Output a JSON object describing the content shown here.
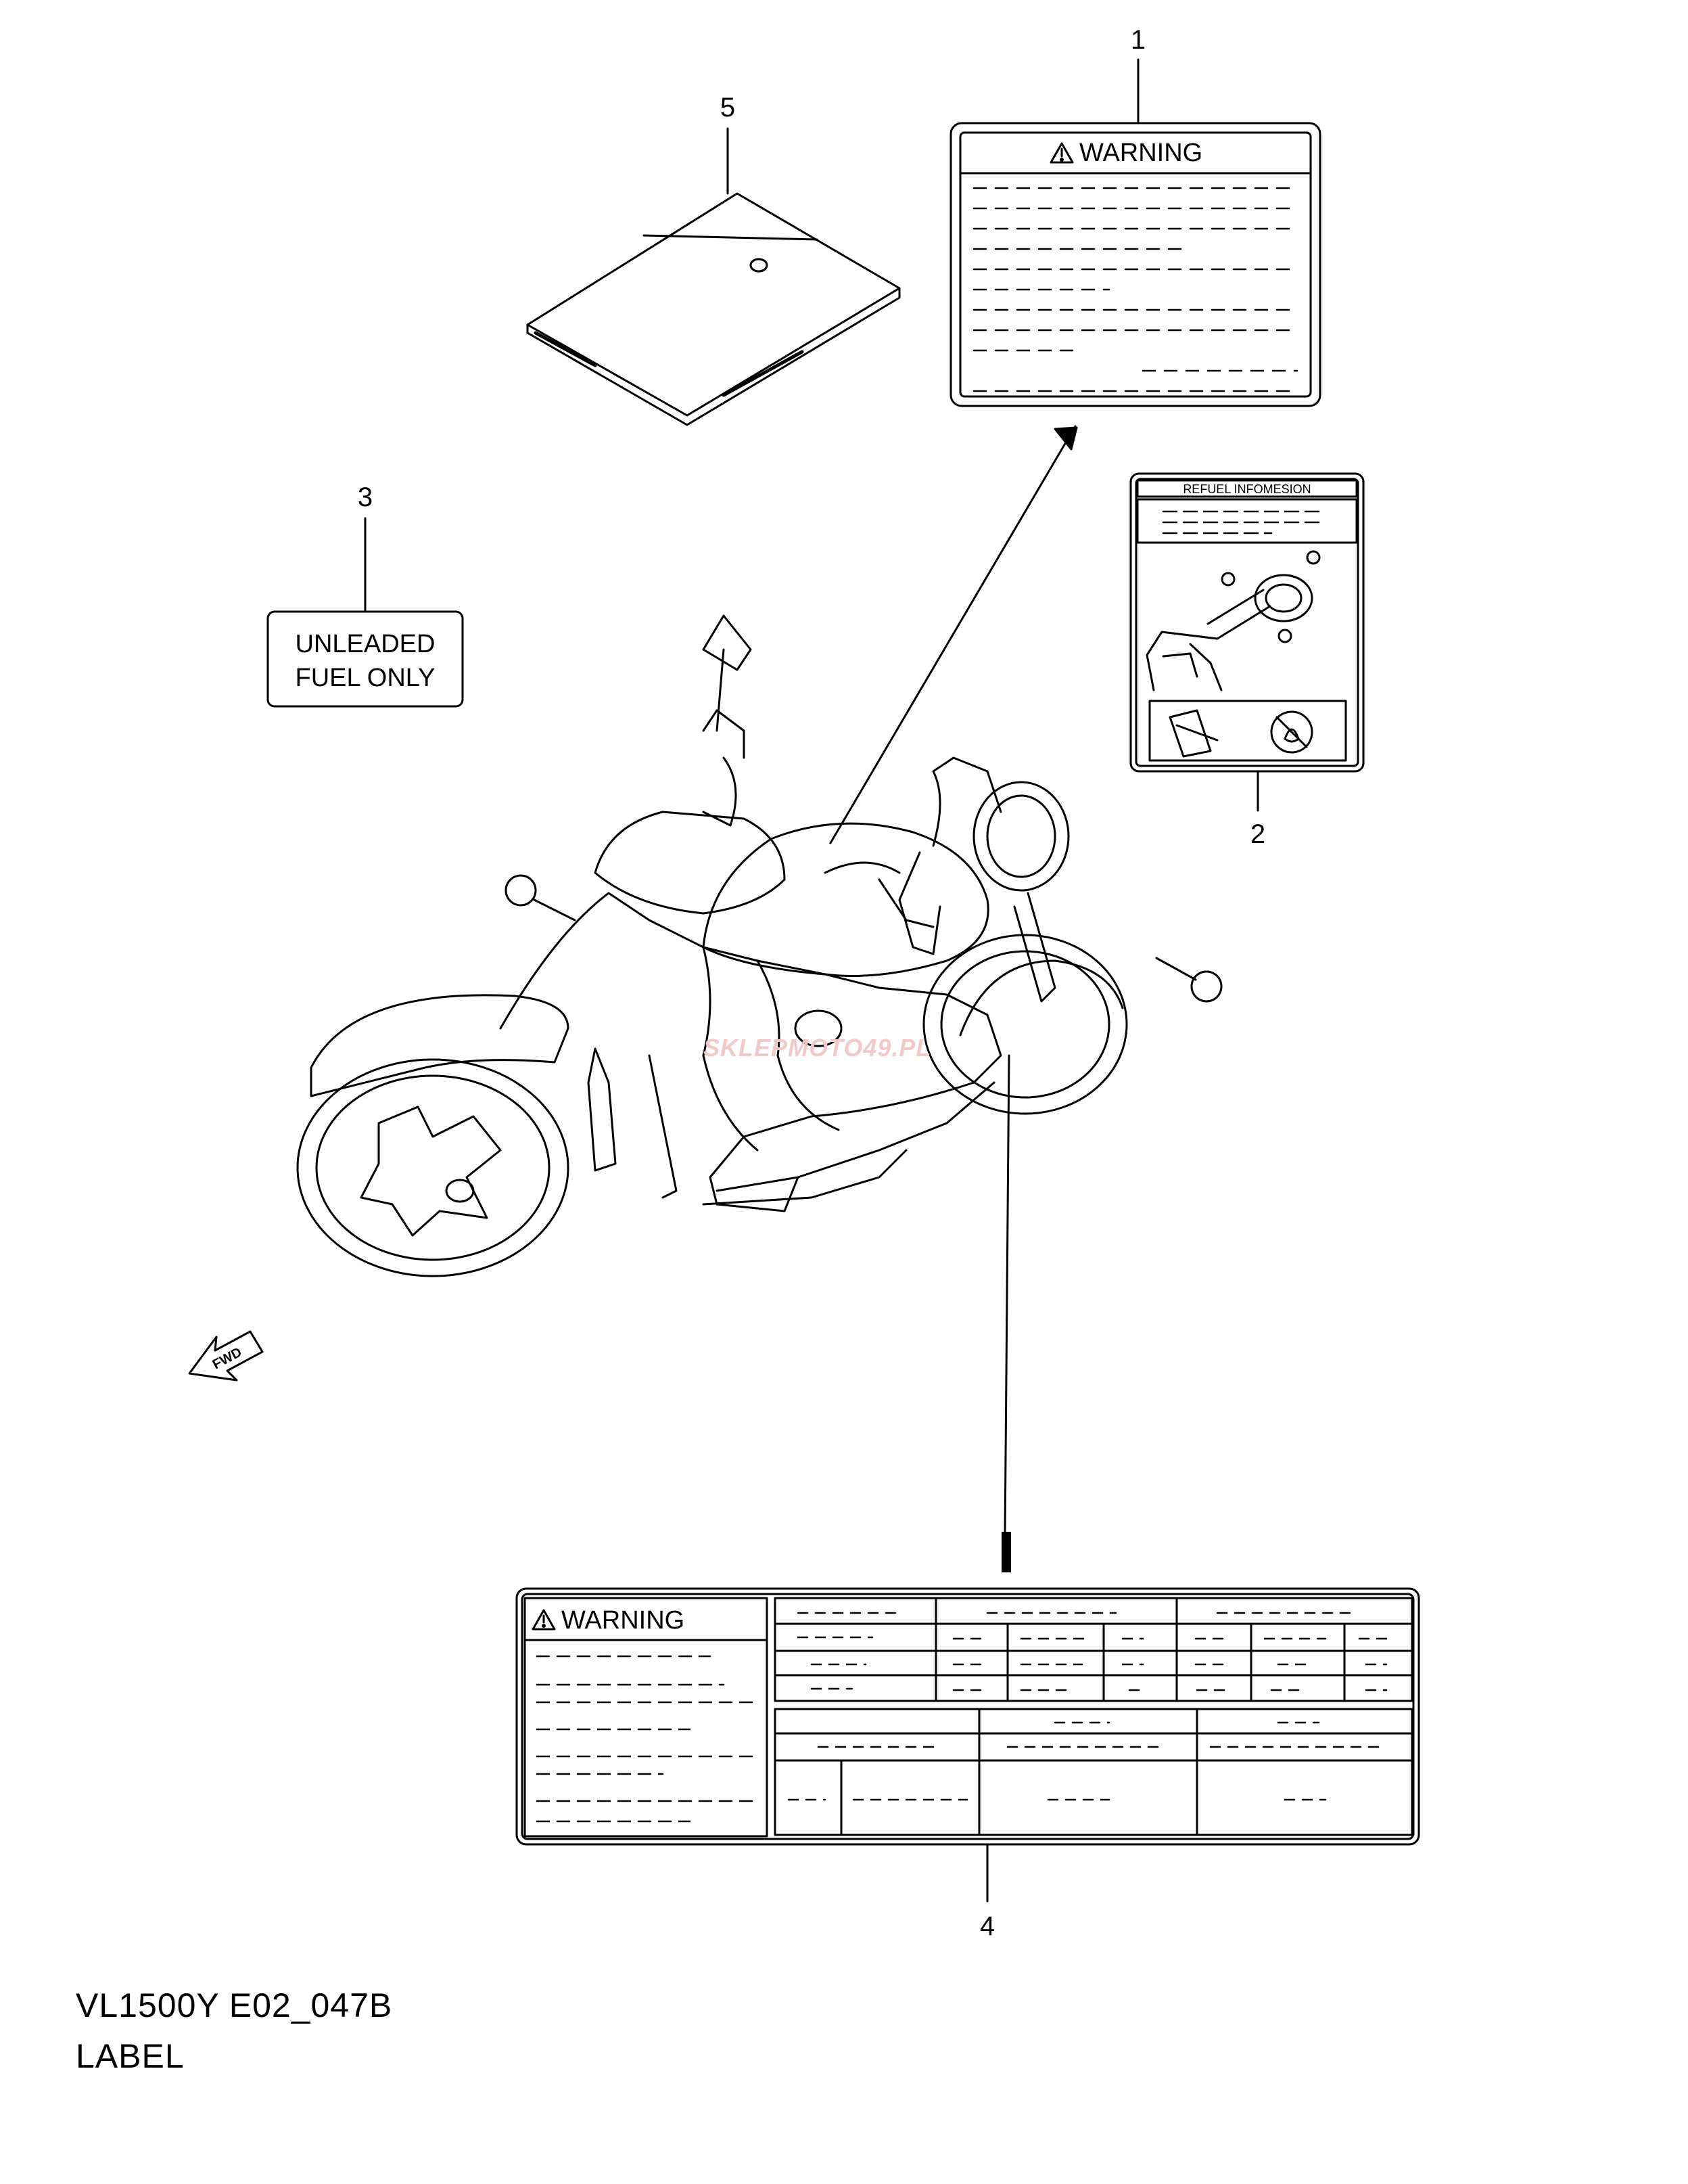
{
  "callouts": {
    "n1": "1",
    "n2": "2",
    "n3": "3",
    "n4": "4",
    "n5": "5"
  },
  "labels": {
    "warning_1": "WARNING",
    "refuel_heading": "REFUEL INFOMESION",
    "unleaded_line1": "UNLEADED",
    "unleaded_line2": "FUEL ONLY",
    "warning_4": "WARNING"
  },
  "fwd_marker": "FWD",
  "watermark": "SKLEPMOTO49.PL",
  "footer": {
    "model_code": "VL1500Y E02_047B",
    "section_title": "LABEL"
  }
}
